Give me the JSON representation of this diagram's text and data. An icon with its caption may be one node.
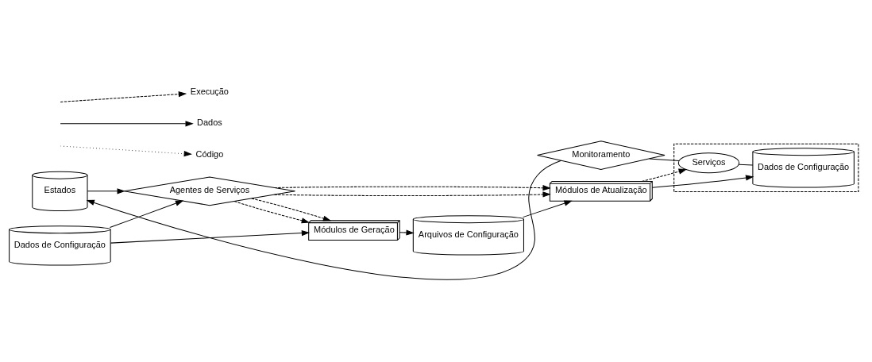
{
  "diagram": {
    "nodes": [
      {
        "text": [
          "Estados"
        ]
      },
      {
        "text": [
          "Agentes de Serviços"
        ]
      },
      {
        "text": [
          "Monitoramento"
        ]
      },
      {
        "text": [
          "Dados de Configuração"
        ]
      },
      {
        "text": [
          "Módulos de Geração"
        ]
      },
      {
        "text": [
          "Arquivos de Configuração"
        ]
      },
      {
        "text": [
          "Módulos de Atualização"
        ]
      },
      {
        "text": [],
        "shape": "box"
      },
      {
        "text": [
          "Serviços"
        ],
        "in": 7
      },
      {
        "text": [
          "Dados de Configuração"
        ],
        "in": 7
      }
    ],
    "edges": [
      {
        "from": 2,
        "to": 0,
        "arrow": "to"
      },
      {
        "from": 0,
        "to": 1,
        "arrow": "to"
      },
      {
        "from": 3,
        "to": 1,
        "arrow": "to"
      },
      {
        "from": 1,
        "to": 4,
        "arrow": "to",
        "style": "dashed"
      },
      {
        "from": 1,
        "to": 4,
        "arrow": "to",
        "style": "dashed"
      },
      {
        "from": 1,
        "to": 6,
        "arrow": "to",
        "style": "dashed"
      },
      {
        "from": 1,
        "to": 6,
        "arrow": "to",
        "style": "dashed"
      },
      {
        "from": 3,
        "to": 4,
        "arrow": "to"
      },
      {
        "from": 4,
        "to": 5,
        "arrow": "to"
      },
      {
        "from": 5,
        "to": 6,
        "arrow": "to"
      },
      {
        "from": 6,
        "to": 8,
        "arrow": "to",
        "style": "dashed"
      },
      {
        "from": 6,
        "to": 9,
        "arrow": "to"
      },
      {
        "from": 2,
        "to": 8,
        "arrow": "none"
      },
      {
        "from": 8,
        "to": 9,
        "arrow": "none"
      }
    ],
    "legend": [
      {
        "text": "Execução"
      },
      {
        "text": "Dados"
      },
      {
        "text": "Código"
      }
    ]
  }
}
